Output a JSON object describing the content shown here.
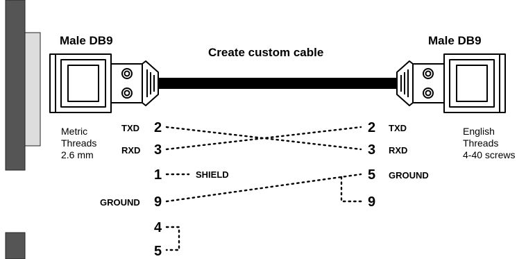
{
  "title": "Create custom cable",
  "left_connector": {
    "label": "Male DB9",
    "thread_lines": [
      "Metric",
      "Threads",
      "2.6 mm"
    ]
  },
  "right_connector": {
    "label": "Male DB9",
    "thread_lines": [
      "English",
      "Threads",
      "4-40 screws"
    ]
  },
  "left_pins": [
    {
      "signal": "TXD",
      "pin": "2"
    },
    {
      "signal": "RXD",
      "pin": "3"
    },
    {
      "signal": "",
      "pin": "1"
    },
    {
      "signal": "GROUND",
      "pin": "9"
    },
    {
      "signal": "",
      "pin": "4"
    },
    {
      "signal": "",
      "pin": "5"
    }
  ],
  "left_pin1_note": "SHIELD",
  "right_pins": [
    {
      "signal": "TXD",
      "pin": "2"
    },
    {
      "signal": "RXD",
      "pin": "3"
    },
    {
      "signal": "GROUND",
      "pin": "5"
    },
    {
      "signal": "",
      "pin": "9"
    }
  ],
  "connections": [
    {
      "from": "left 2 (TXD)",
      "to": "right 3 (RXD)"
    },
    {
      "from": "left 3 (RXD)",
      "to": "right 2 (TXD)"
    },
    {
      "from": "left 9 (GROUND)",
      "to": "right 5 (GROUND)"
    },
    {
      "from": "right 5",
      "to": "right 9"
    },
    {
      "from": "left 4",
      "to": "left 5"
    }
  ]
}
